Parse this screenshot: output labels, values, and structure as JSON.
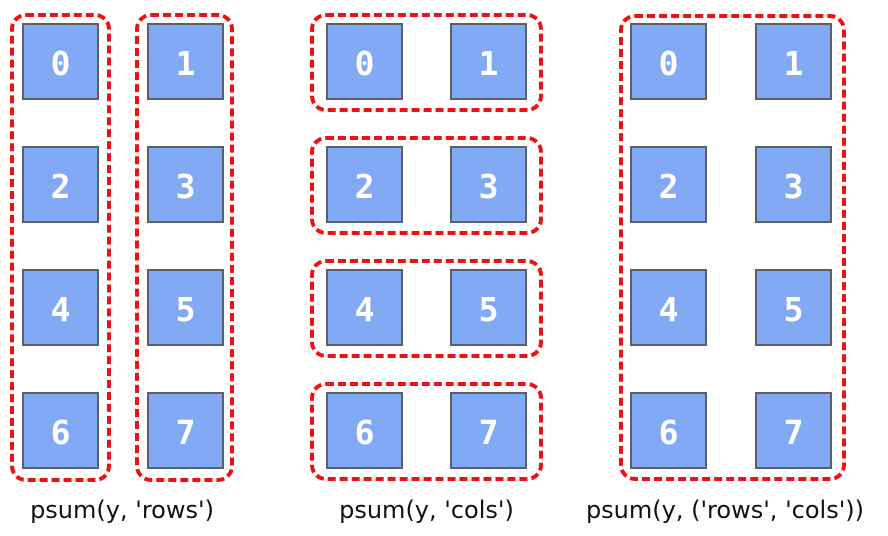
{
  "figure": {
    "colors": {
      "background": "#ffffff",
      "device_fill": "#81a9f4",
      "device_border": "#5b5f66",
      "group_dash": "#ee1111",
      "number_text": "#ffffff",
      "label_text": "#111111"
    },
    "panels": [
      {
        "name": "psum-rows",
        "label": "psum(y, 'rows')",
        "devices": [
          "0",
          "1",
          "2",
          "3",
          "4",
          "5",
          "6",
          "7"
        ]
      },
      {
        "name": "psum-cols",
        "label": "psum(y, 'cols')",
        "devices": [
          "0",
          "1",
          "2",
          "3",
          "4",
          "5",
          "6",
          "7"
        ]
      },
      {
        "name": "psum-rows-cols",
        "label": "psum(y, ('rows', 'cols'))",
        "devices": [
          "0",
          "1",
          "2",
          "3",
          "4",
          "5",
          "6",
          "7"
        ]
      }
    ]
  }
}
